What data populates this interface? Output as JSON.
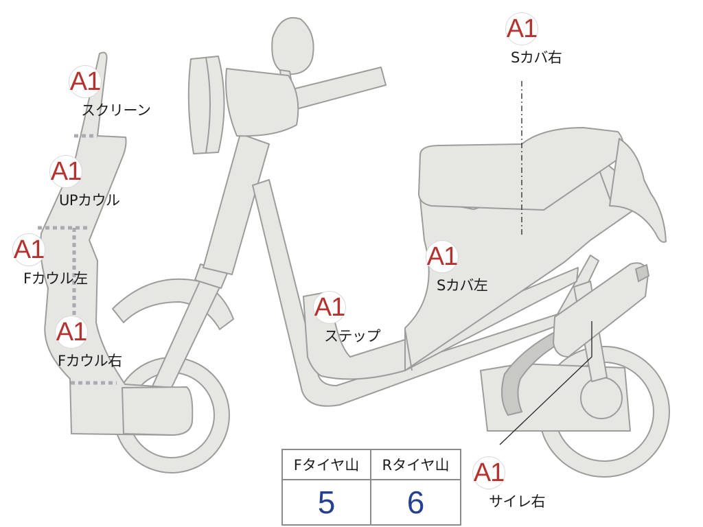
{
  "markers": [
    {
      "key": "screen",
      "grade": "A1",
      "label": "スクリーン"
    },
    {
      "key": "up-cowl",
      "grade": "A1",
      "label": "UPカウル"
    },
    {
      "key": "f-cowl-left",
      "grade": "A1",
      "label": "Fカウル左"
    },
    {
      "key": "f-cowl-right",
      "grade": "A1",
      "label": "Fカウル右"
    },
    {
      "key": "step",
      "grade": "A1",
      "label": "ステップ"
    },
    {
      "key": "s-cover-left",
      "grade": "A1",
      "label": "Sカバ左"
    },
    {
      "key": "s-cover-right",
      "grade": "A1",
      "label": "Sカバ右"
    },
    {
      "key": "muffler-right",
      "grade": "A1",
      "label": "サイレ右"
    }
  ],
  "tire_tread": {
    "headers": [
      "Fタイヤ山",
      "Rタイヤ山"
    ],
    "values": [
      "5",
      "6"
    ]
  },
  "colors": {
    "body_fill": "#e6e6e2",
    "outline": "#9c9c9a",
    "grade_text": "#b5322e",
    "tread_value": "#25408f"
  }
}
